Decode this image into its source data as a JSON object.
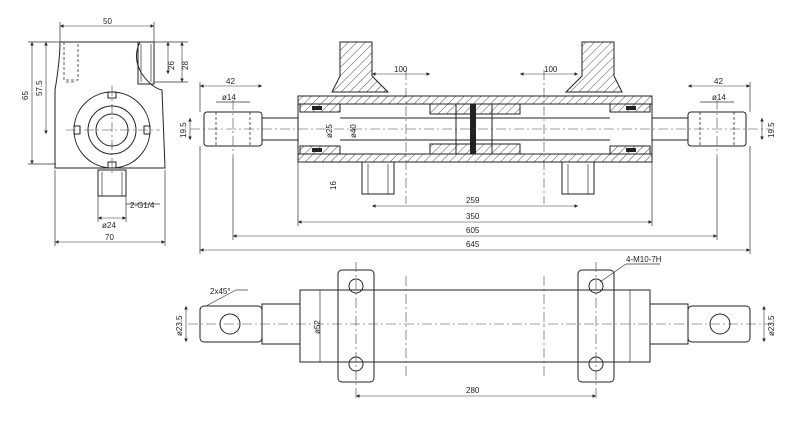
{
  "dimensions": {
    "top_width": "50",
    "height_65": "65",
    "height_57_5": "57.5",
    "boss_26": "26",
    "boss_28": "28",
    "port_thread": "2-G1/4",
    "port_dia": "ø24",
    "side_width": "70",
    "rod_len_left": "42",
    "rod_len_right": "42",
    "pin_dia_left": "ø14",
    "pin_dia_right": "ø14",
    "rod_19_5_left": "19.5",
    "rod_19_5_right": "19.5",
    "mount_100_left": "100",
    "mount_100_right": "100",
    "rod_dia_25": "ø25",
    "bore_dia_40": "ø40",
    "dim_16": "16",
    "span_259": "259",
    "span_350": "350",
    "span_605": "605",
    "span_645": "645",
    "chamfer": "2x45°",
    "bolt_holes": "4-M10-7H",
    "eye_23_5_left": "ø23.5",
    "eye_23_5_right": "ø23.5",
    "tube_dia_52": "ø52",
    "bolt_span_280": "280"
  }
}
